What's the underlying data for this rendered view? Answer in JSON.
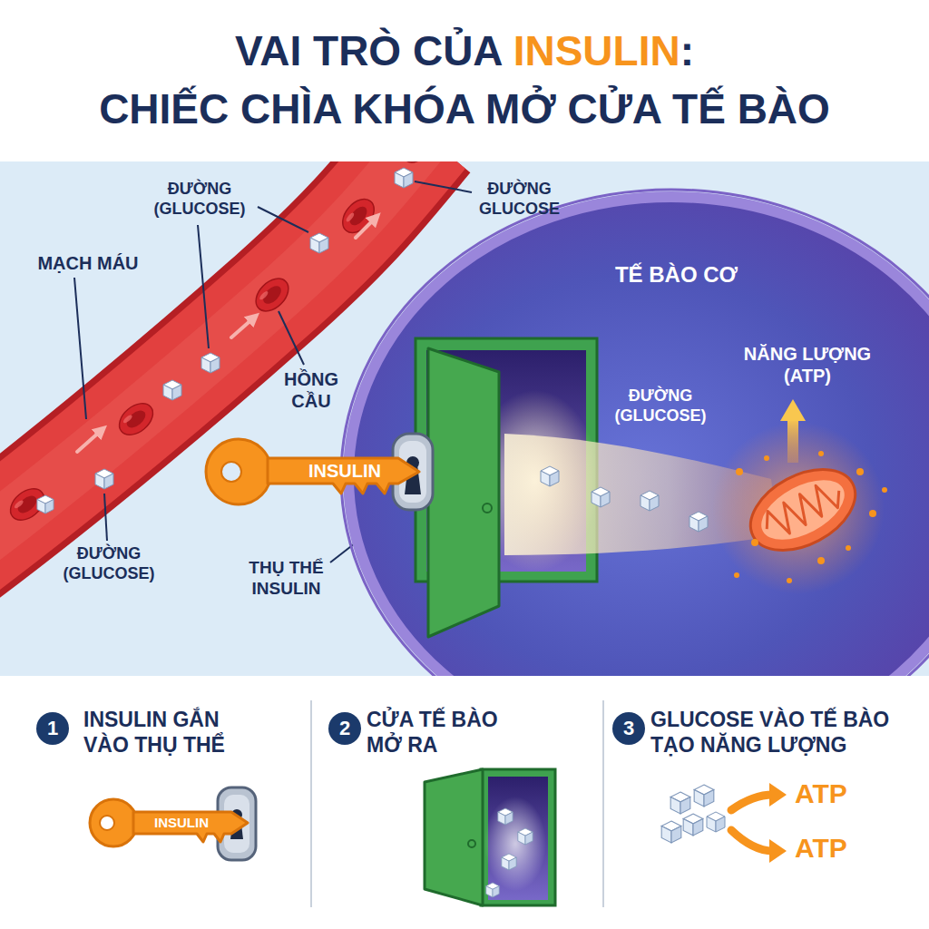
{
  "diagram": {
    "title": "VAI TRÒ CỦA INSULIN: CHIẾC CHÌA KHÓA MỞ CỬA TẾ BÀO",
    "nodes": [
      {
        "text": [
          "TẾ BÀO CƠ"
        ]
      },
      {
        "text": [
          "INSULIN"
        ]
      },
      {
        "text": [
          "1",
          "INSULIN GẮN VÀO THỤ THỂ"
        ]
      },
      {
        "text": [
          "INSULIN"
        ],
        "in": 2
      },
      {
        "text": [
          "2",
          "CỬA TẾ BÀO MỞ RA"
        ]
      },
      {
        "text": [
          "3",
          "GLUCOSE VÀO TẾ BÀO TẠO NĂNG LƯỢNG"
        ]
      }
    ],
    "labels": [
      "ĐƯỜNG (GLUCOSE)",
      "ĐƯỜNG GLUCOSE",
      "MẠCH MÁU",
      "HỒNG CẦU",
      "ĐƯỜNG (GLUCOSE)",
      "THỤ THỂ INSULIN",
      "ĐƯỜNG (GLUCOSE)",
      "NĂNG LƯỢNG (ATP)",
      "ATP",
      "ATP"
    ]
  }
}
